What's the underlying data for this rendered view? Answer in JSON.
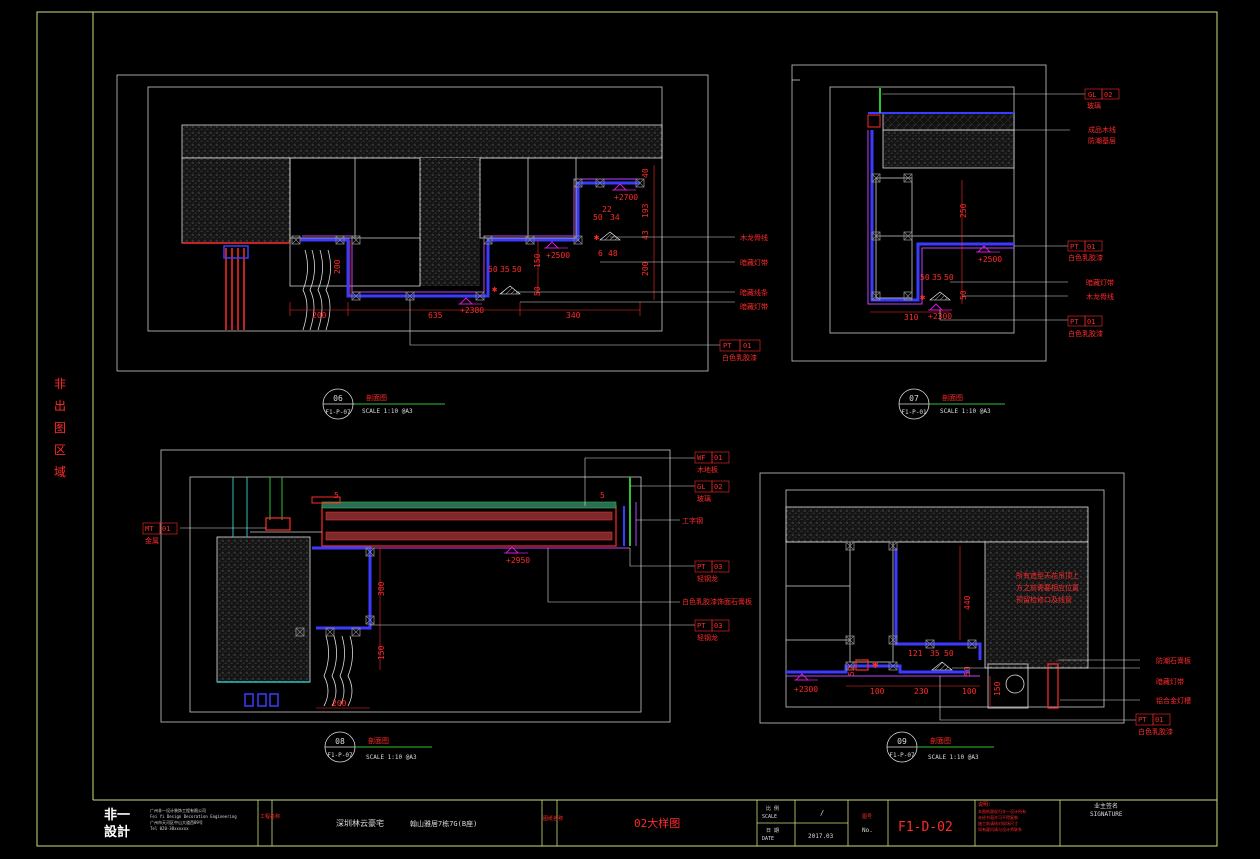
{
  "side_note": [
    "非",
    "出",
    "图",
    "区",
    "域"
  ],
  "views": [
    {
      "number": "06",
      "ref": "F1-P-07",
      "name": "剖面图",
      "scale": "SCALE 1:10 @A3"
    },
    {
      "number": "07",
      "ref": "F1-P-01",
      "name": "剖面图",
      "scale": "SCALE 1:10 @A3"
    },
    {
      "number": "08",
      "ref": "F1-P-07",
      "name": "剖面图",
      "scale": "SCALE 1:10 @A3"
    },
    {
      "number": "09",
      "ref": "F1-P-07",
      "name": "剖面图",
      "scale": "SCALE 1:10 @A3"
    }
  ],
  "view06": {
    "levels": [
      "+2700",
      "+2500",
      "+2380"
    ],
    "dims": [
      "200",
      "635",
      "340",
      "200",
      "50",
      "35",
      "50",
      "150",
      "50",
      "22",
      "34",
      "50",
      "48",
      "6",
      "43",
      "193",
      "200",
      "40"
    ],
    "callouts": [
      "木龙骨线",
      "暗藏灯带",
      "暗藏线条",
      "暗藏灯带"
    ],
    "tag_code": "PT",
    "tag_num": "01",
    "tag_desc": "白色乳胶漆"
  },
  "view07": {
    "levels": [
      "+2500",
      "+2300"
    ],
    "dims": [
      "250",
      "50",
      "35",
      "50",
      "50",
      "310"
    ],
    "callouts": [
      "暗藏灯带",
      "木龙骨线"
    ],
    "tags": [
      {
        "code": "GL",
        "num": "02",
        "desc": "玻璃"
      },
      {
        "code": "PT",
        "num": "01",
        "desc": "白色乳胶漆"
      },
      {
        "code": "PT",
        "num": "01",
        "desc": "白色乳胶漆"
      }
    ],
    "note": [
      "成品木线",
      "防潮基层"
    ]
  },
  "view08": {
    "levels": [
      "+2950"
    ],
    "dims": [
      "5",
      "5",
      "300",
      "150",
      "200"
    ],
    "tags": [
      {
        "code": "WF",
        "num": "01",
        "desc": "木地板"
      },
      {
        "code": "GL",
        "num": "02",
        "desc": "玻璃"
      },
      {
        "code": "PT",
        "num": "03",
        "desc": "轻钢龙"
      },
      {
        "code": "PT",
        "num": "03",
        "desc": "轻钢龙"
      },
      {
        "code": "MT",
        "num": "01",
        "desc": "金属"
      }
    ],
    "callouts": [
      "工字钢",
      "白色乳胶漆饰面石膏板"
    ]
  },
  "view09": {
    "levels": [
      "+2300"
    ],
    "dims": [
      "440",
      "121",
      "35",
      "50",
      "50",
      "50",
      "100",
      "230",
      "100",
      "150"
    ],
    "notes": [
      "所有造型天花吊顶上",
      "方之前需要相应位置",
      "预留检修口及线管"
    ],
    "callouts": [
      "防潮石膏板",
      "暗藏灯带",
      "铝合金灯槽"
    ],
    "tag_code": "PT",
    "tag_num": "01",
    "tag_desc": "白色乳胶漆"
  },
  "title_block": {
    "logo_top": "非一",
    "logo_bottom": "設計",
    "company_lines": [
      "广州非一设计装饰工程有限公司",
      "Fei Yi Design Decoration Engineering",
      "广州市天河区中山大道西89号",
      "Tel 020-38xxxxxx"
    ],
    "project_label": "工程名称",
    "project_name": "深圳林云豪宅",
    "project_detail": "翰山雅居7栋7G(B座)",
    "drawing_label": "图纸名称",
    "drawing_name": "02大样图",
    "scale_label_cn": "比 例",
    "scale_label_en": "SCALE",
    "scale_value": "/",
    "date_label_cn": "日 期",
    "date_label_en": "DATE",
    "date_value": "2017.03",
    "no_label_cn": "图号",
    "no_label_en": "No.",
    "drawing_no": "F1-D-02",
    "notes_title": "说明:",
    "notes_lines": [
      "本图纸版权归非一设计所有",
      "未经书面许可不得复制",
      "施工前请核对现场尺寸",
      "如有疑问请与设计师联系"
    ],
    "sign_cn": "业主签名",
    "sign_en": "SIGNATURE"
  },
  "colors": {
    "frame": "#c8e07a",
    "wall": "#ffffff",
    "dim": "#ff2a2a",
    "stud": "#3b3bff",
    "grid": "#7a7a7a",
    "level": "#d818d8"
  }
}
